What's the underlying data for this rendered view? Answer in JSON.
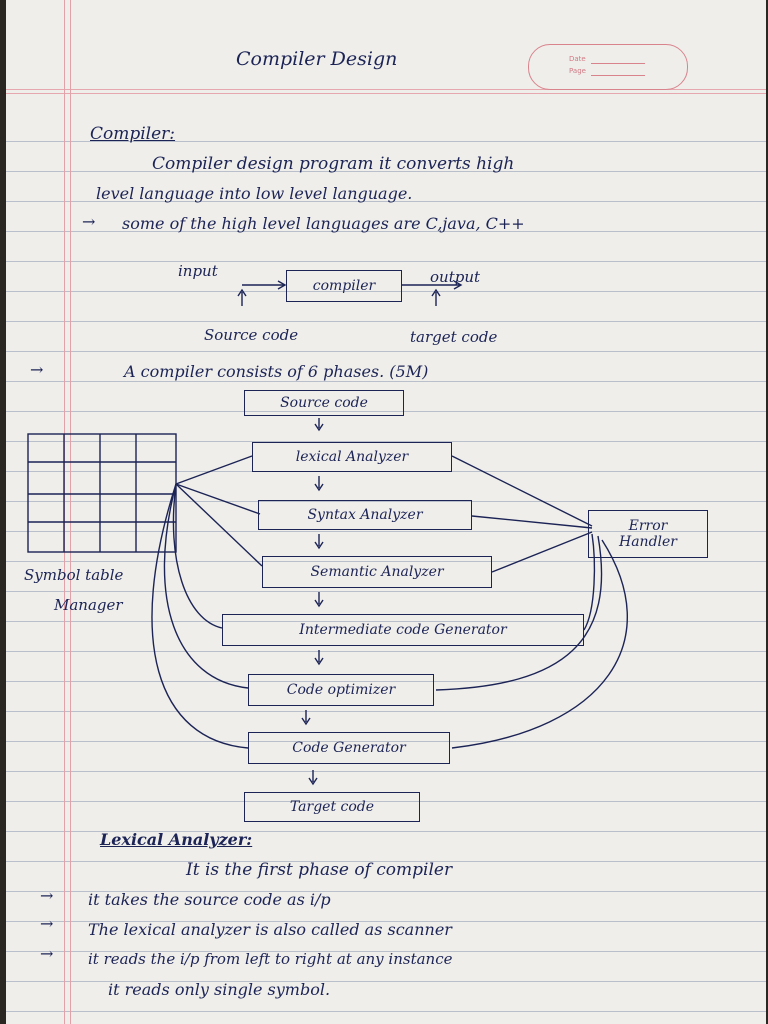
{
  "title": "Compiler Design",
  "stamp": {
    "date_label": "Date",
    "page_label": "Page"
  },
  "section1": {
    "heading": "Compiler:",
    "line1": "Compiler design program it converts high",
    "line2": "level language into low level language.",
    "bullet1": "some of the high level languages are C,java, C++"
  },
  "io_diagram": {
    "input": "input",
    "box": "compiler",
    "output": "output",
    "source": "Source code",
    "target": "target code"
  },
  "phases_intro": "A compiler consists of 6 phases. (5M)",
  "phases": [
    "Source code",
    "lexical Analyzer",
    "Syntax Analyzer",
    "Semantic Analyzer",
    "Intermediate code Generator",
    "Code optimizer",
    "Code Generator",
    "Target code"
  ],
  "symbol_table": {
    "line1": "Symbol table",
    "line2": "Manager"
  },
  "error_handler": {
    "line1": "Error",
    "line2": "Handler"
  },
  "section2": {
    "heading": "Lexical Analyzer:",
    "line1": "It is the first phase of compiler",
    "bullet1": "it takes the source code as i/p",
    "bullet2": "The lexical analyzer is also called as scanner",
    "bullet3": "it reads the i/p from left to right at any instance",
    "line_last": "it reads only single symbol."
  },
  "colors": {
    "ink": "#1c2456",
    "paper": "#efeeea",
    "rule": "#b9c0cc",
    "margin": "#e2a0a8"
  }
}
